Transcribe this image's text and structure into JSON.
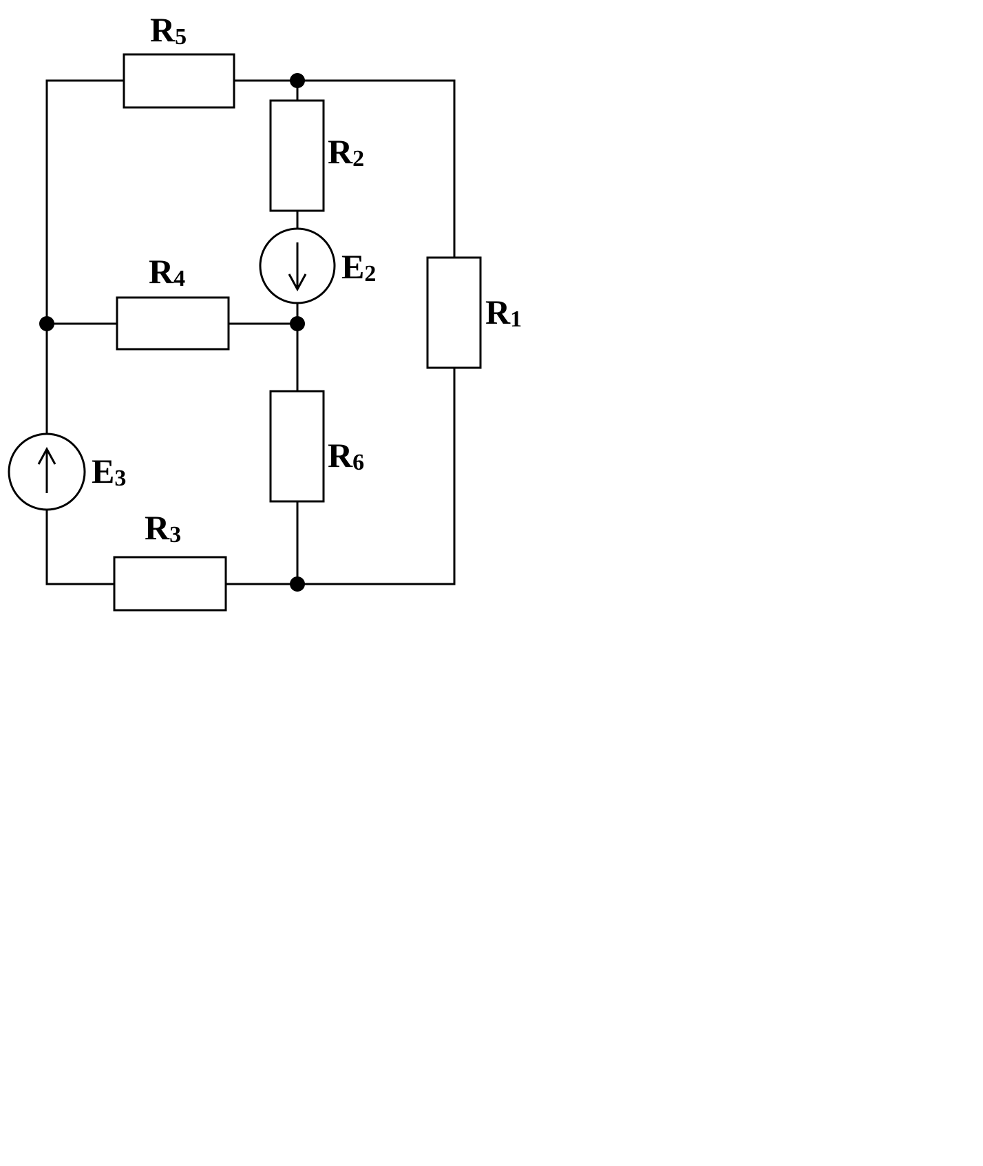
{
  "components": {
    "R1": {
      "letter": "R",
      "index": "1",
      "kind": "resistor"
    },
    "R2": {
      "letter": "R",
      "index": "2",
      "kind": "resistor"
    },
    "R3": {
      "letter": "R",
      "index": "3",
      "kind": "resistor"
    },
    "R4": {
      "letter": "R",
      "index": "4",
      "kind": "resistor"
    },
    "R5": {
      "letter": "R",
      "index": "5",
      "kind": "resistor"
    },
    "R6": {
      "letter": "R",
      "index": "6",
      "kind": "resistor"
    },
    "E2": {
      "letter": "E",
      "index": "2",
      "kind": "voltage-source",
      "arrow_direction": "down"
    },
    "E3": {
      "letter": "E",
      "index": "3",
      "kind": "voltage-source",
      "arrow_direction": "up"
    }
  },
  "colors": {
    "line": "#000000",
    "background": "#ffffff"
  }
}
